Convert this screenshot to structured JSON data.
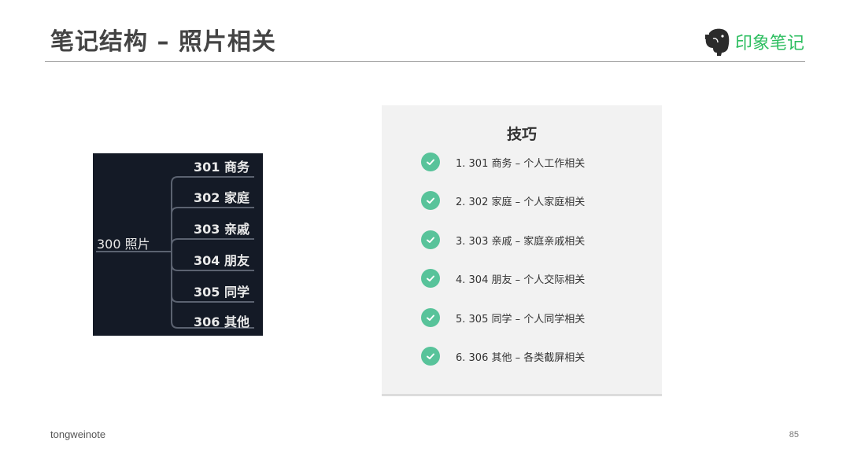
{
  "header": {
    "title": "笔记结构 – 照片相关",
    "logo_text": "印象笔记",
    "brand_color": "#2dbe60"
  },
  "mindmap": {
    "root": "300 照片",
    "children": [
      "301 商务",
      "302 家庭",
      "303 亲戚",
      "304 朋友",
      "305 同学",
      "306 其他"
    ],
    "background": "#141a26"
  },
  "tips": {
    "title": "技巧",
    "check_color": "#58c39a",
    "items": [
      "1. 301 商务 – 个人工作相关",
      "2. 302 家庭 – 个人家庭相关",
      "3. 303 亲戚 – 家庭亲戚相关",
      "4. 304 朋友 – 个人交际相关",
      "5. 305 同学 – 个人同学相关",
      "6. 306 其他 – 各类截屏相关"
    ]
  },
  "footer": {
    "author": "tongweinote",
    "page_number": "85"
  }
}
